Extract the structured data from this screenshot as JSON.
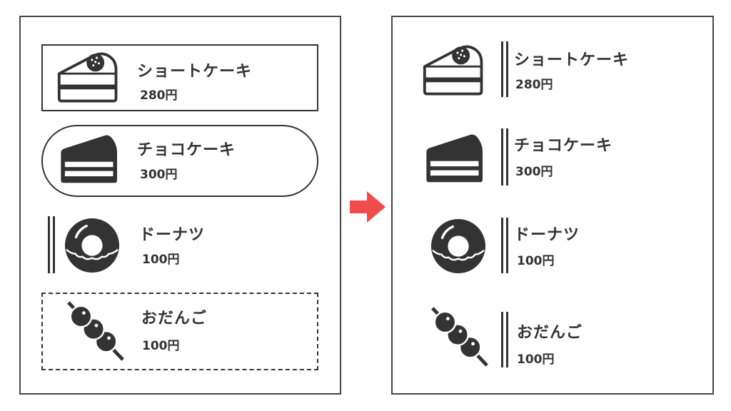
{
  "colors": {
    "ink": "#333333",
    "arrow": "#f24b4b"
  },
  "before": {
    "items": [
      {
        "title": "ショートケーキ",
        "price": "280円",
        "icon": "shortcake-icon",
        "frame": "rectangle"
      },
      {
        "title": "チョコケーキ",
        "price": "300円",
        "icon": "chocolate-cake-icon",
        "frame": "rounded"
      },
      {
        "title": "ドーナツ",
        "price": "100円",
        "icon": "donut-icon",
        "frame": "double-bar"
      },
      {
        "title": "おだんご",
        "price": "100円",
        "icon": "dango-icon",
        "frame": "dashed"
      }
    ]
  },
  "after": {
    "items": [
      {
        "title": "ショートケーキ",
        "price": "280円",
        "icon": "shortcake-icon"
      },
      {
        "title": "チョコケーキ",
        "price": "300円",
        "icon": "chocolate-cake-icon"
      },
      {
        "title": "ドーナツ",
        "price": "100円",
        "icon": "donut-icon"
      },
      {
        "title": "おだんご",
        "price": "100円",
        "icon": "dango-icon"
      }
    ]
  }
}
